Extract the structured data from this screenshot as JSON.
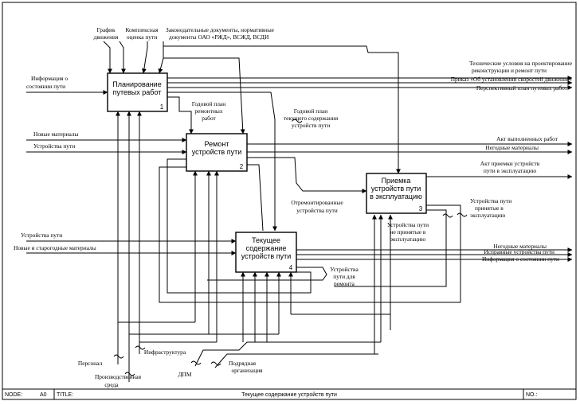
{
  "boxes": [
    {
      "title1": "Планирование",
      "title2": "путевых работ",
      "title3": "",
      "num": "1"
    },
    {
      "title1": "Ремонт",
      "title2": "устройств пути",
      "title3": "",
      "num": "2"
    },
    {
      "title1": "Приемка",
      "title2": "устройств пути",
      "title3": "в эксплуатацию",
      "num": "3"
    },
    {
      "title1": "Текущее",
      "title2": "содержание",
      "title3": "устройств пути",
      "num": "4"
    }
  ],
  "labels": {
    "grafik1": "График",
    "grafik2": "движения",
    "kompl1": "Комплексная",
    "kompl2": "оценка пути",
    "zakon1": "Законодательные документы, нормативные",
    "zakon2": "документы ОАО «РЖД», ВСЖД, ВСДИ",
    "info1": "Информация о",
    "info2": "состоянии пути",
    "novye": "Новые материалы",
    "ustr_in": "Устройства пути",
    "ustr_in4": "Устройства пути",
    "novye_star": "Новые и старогодные материалы",
    "tu1": "Технические условия на проектирование",
    "tu2": "реконструкции и ремонт пути",
    "prikaz": "Приказ «Об установлении скоростей движения»",
    "persp": "Перспективный план путевых работ",
    "godovoy_rem1": "Годовой план",
    "godovoy_rem2": "ремонтных",
    "godovoy_rem3": "работ",
    "godovoy_tek1": "Годовой план",
    "godovoy_tek2": "текущего содержания",
    "godovoy_tek3": "устройств пути",
    "akt_vyp": "Акт выполненных работ",
    "negod1": "Негодные материалы",
    "akt_pr1": "Акт приемки устройств",
    "akt_pr2": "пути  в эксплуатацию",
    "otrem1": "Отремонтированные",
    "otrem2": "устройства пути",
    "prin1": "Устройства пути",
    "prin2": "принятые в",
    "prin3": "эксплуатацию",
    "neprin1": "Устройства пути",
    "neprin2": "не принятые  в",
    "neprin3": "эксплуатацию",
    "negod2": "Негодные материалы",
    "ispr": "Исправные устройства пути",
    "info_out": "Информация о состоянии пути",
    "dlya_rem1": "Устройства",
    "dlya_rem2": "пути для",
    "dlya_rem3": "ремонта",
    "personal": "Персонал",
    "infra": "Инфраструктура",
    "proizv1": "Производственная",
    "proizv2": "среда",
    "dpm": "ДПМ",
    "podr1": "Подрядная",
    "podr2": "организация"
  },
  "footer": {
    "node_label": "NODE:",
    "node_value": "A0",
    "title_label": "TITLE:",
    "title_value": "Текущее содержание устройств пути",
    "no_label": "NO.:"
  }
}
